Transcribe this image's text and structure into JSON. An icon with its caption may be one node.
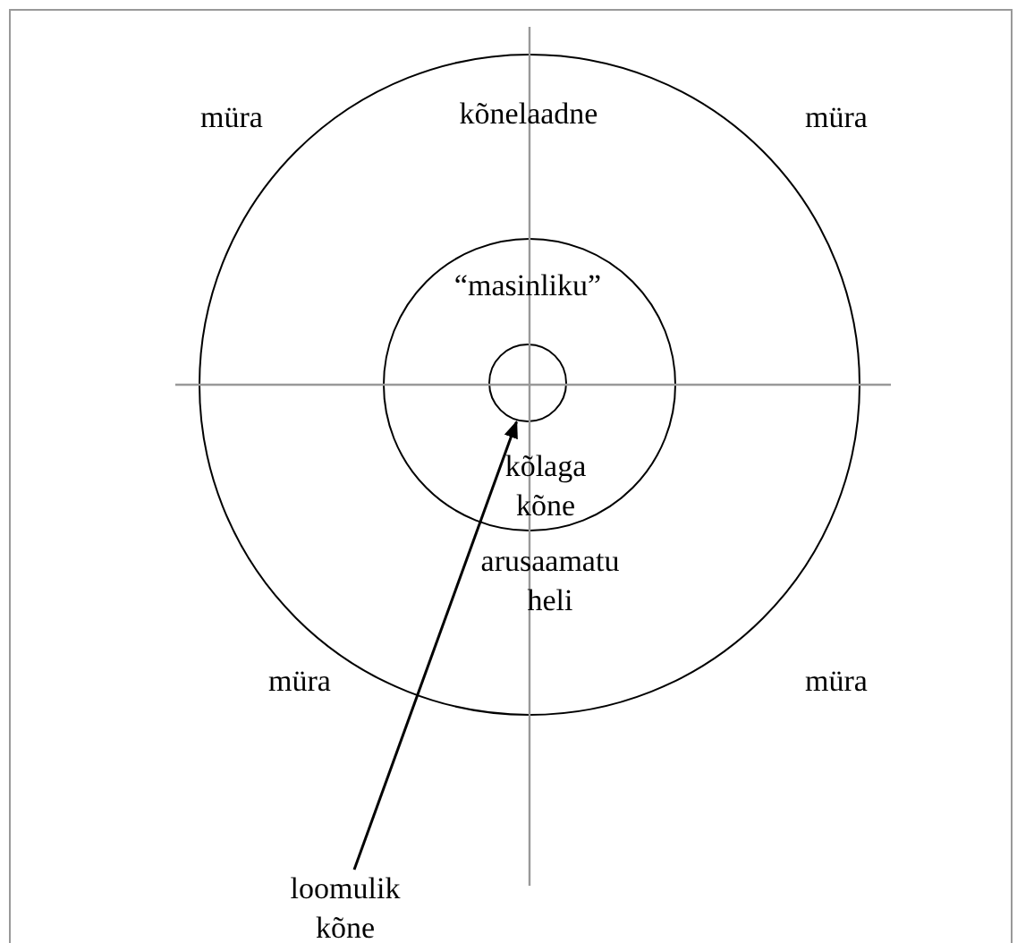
{
  "diagram": {
    "nodes": [
      {
        "text": [
          "kõnelaadne",
          "arusaamatu heli"
        ]
      },
      {
        "text": [
          "“masinliku”",
          "kõlaga kõne"
        ],
        "in": 0
      },
      {
        "text": [],
        "shape": "circle",
        "in": 1
      },
      {
        "text": [
          "loomulik kõne"
        ]
      }
    ],
    "edges": [
      {
        "from": 3,
        "to": 2,
        "arrow": "to"
      }
    ],
    "labels": [
      "müra",
      "müra",
      "müra",
      "müra"
    ]
  }
}
